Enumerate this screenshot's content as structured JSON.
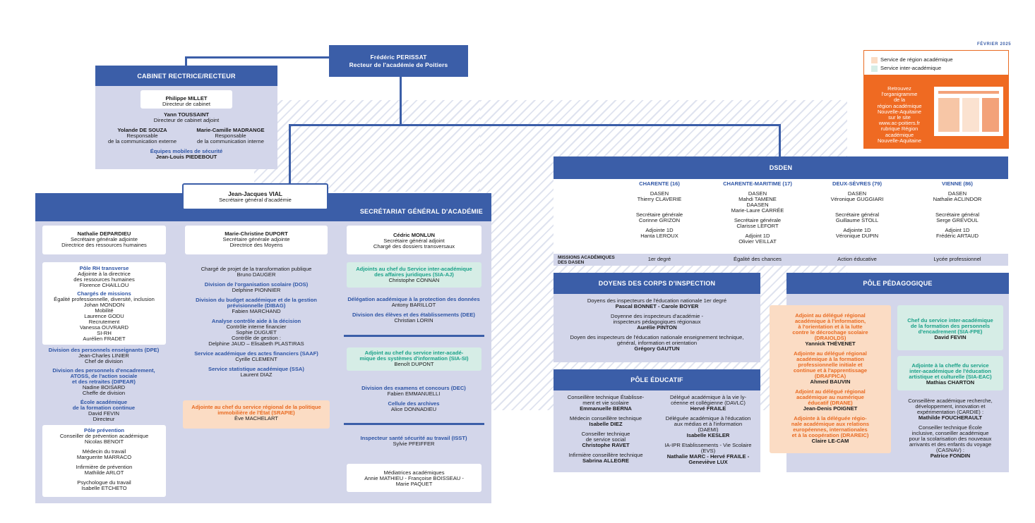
{
  "date": "FÉVRIER 2025",
  "legend": {
    "academic": "Service de région académique",
    "inter": "Service inter-académique"
  },
  "promo": [
    "Retrouvez",
    "l'organigramme",
    "de la",
    "région académique",
    "Nouvelle-Aquitaine",
    "sur le site",
    "www.ac-poitiers.fr",
    "rubrique Région",
    "académique",
    "Nouvelle-Aquitaine"
  ],
  "recteur": {
    "name": "Frédéric PERISSAT",
    "title": "Recteur de l'académie de Poitiers"
  },
  "cabinet": {
    "title": "CABINET RECTRICE/RECTEUR",
    "c1": [
      "Philippe MILLET",
      "Directeur de cabinet"
    ],
    "c2": [
      "Yann TOUSSAINT",
      "Directeur de cabinet adjoint"
    ],
    "c3": [
      "Yolande DE SOUZA",
      "Responsable",
      "de la communication externe"
    ],
    "c4": [
      "Marie-Camille MADRANGE",
      "Responsable",
      "de la communication interne"
    ],
    "c5": [
      "Équipes mobiles de sécurité",
      "Jean-Louis PIEDEBOUT"
    ]
  },
  "sg": {
    "name": "Jean-Jacques VIAL",
    "role": "Secrétaire général d'académie",
    "title": "SECRÉTARIAT GÉNÉRAL D'ACADÉMIE",
    "col1": {
      "head": [
        "Nathalie DEPARDIEU",
        "Secrétaire générale adjointe",
        "Directrice des ressources humaines"
      ],
      "box1": [
        "Pôle RH transverse",
        "Adjointe à la directrice",
        "des ressources humaines",
        "Florence CHAILLOU",
        "Chargés de missions",
        "Égalité professionnelle, diversité, inclusion",
        "Johan MONDON",
        "Mobilité",
        "Laurence GODU",
        "Recrutement",
        "Vanessa OUVRARD",
        "SI-RH",
        "Aurélien FRADET"
      ],
      "free": [
        "Division des personnels enseignants (DPE)",
        "Jean-Charles LINIER",
        "Chef de division",
        "Division des personnels d'encadrement,",
        "ATOSS, de l'action sociale",
        "et des retraites (DIPEAR)",
        "Nadine BOISARD",
        "Cheffe de division",
        "École académique",
        "de la formation continue",
        "David FEVIN",
        "Directeur"
      ],
      "box2": [
        "Pôle prévention",
        "Conseiller de prévention académique",
        "Nicolas BENOIT",
        "Médecin du travail",
        "Marguerite MARRACO",
        "Infirmière de prévention",
        "Mathilde ARLOT",
        "Psychologue du travail",
        "Isabelle ETCHETO"
      ]
    },
    "col2": {
      "head": [
        "Marie-Christine DUPORT",
        "Secrétaire générale adjointe",
        "Directrice des Moyens"
      ],
      "free": [
        "Chargé de projet de la transformation publique",
        "Bruno DAUGER",
        "Division de l'organisation scolaire (DOS)",
        "Delphine PIONNIER",
        "Division du budget académique et de la gestion",
        "prévisionnelle (DIBAG)",
        "Fabien MARCHAND",
        "Analyse contrôle aide à la décision",
        "Contrôle interne financier",
        "Sophie DUGUET",
        "Contrôle de gestion :",
        "Delphine JAUD – Elisabeth PLASTIRAS",
        "Service académique des actes financiers (SAAF)",
        "Cyrille CLEMENT",
        "Service statistique académique (SSA)",
        "Laurent DIAZ"
      ],
      "orange": [
        "Adjointe au chef du service régional de la politique",
        "immobilière de l'État (SRAPIE)",
        "Ève MACHELART"
      ]
    },
    "col3": {
      "head": [
        "Cédric MONLUN",
        "Secrétaire général adjoint",
        "Chargé des dossiers transversaux"
      ],
      "green1": [
        "Adjoints au chef du Service inter-académique",
        "des affaires juridiques (SIA-AJ)",
        "Christophe CONNAN"
      ],
      "free1": [
        "Délégation académique à la protection des données",
        "Antony BARILLOT",
        "Division des élèves et des établissements (DEE)",
        "Christian LORIN"
      ],
      "green2": [
        "Adjoint au chef du service inter-acadé-",
        "mique des systèmes d'information (SIA-SI)",
        "Benoît DUPONT"
      ],
      "free2": [
        "Division des examens et concours (DEC)",
        "Fabien EMMANUELLI",
        "Cellule des archives",
        "Alice DONNADIEU"
      ],
      "free3": [
        "Inspecteur santé sécurité au travail (ISST)",
        "Sylvie PFEIFFER"
      ],
      "box": [
        "Médiatrices académiques",
        "Annie MATHIEU - Françoise BOISSEAU -",
        "Marie PAQUET"
      ]
    }
  },
  "dsden": {
    "title": "DSDEN",
    "cols": [
      {
        "dept": "CHARENTE (16)",
        "lines": [
          "DASEN",
          "Thierry CLAVERIE",
          "",
          "",
          "",
          "Secrétaire générale",
          "Corinne GRIZON",
          "",
          "Adjointe 1D",
          "Hanta LEROUX"
        ],
        "mission": "1er degré"
      },
      {
        "dept": "CHARENTE-MARITIME (17)",
        "lines": [
          "DASEN",
          "Mahdi TAMENE",
          "DAASEN",
          "Marie-Laure CARRÉE",
          "",
          "Secrétaire générale",
          "Clarisse LEFORT",
          "",
          "Adjoint 1D",
          "Olivier VEILLAT"
        ],
        "mission": "Égalité des chances"
      },
      {
        "dept": "DEUX-SÈVRES (79)",
        "lines": [
          "DASEN",
          "Véronique GUGGIARI",
          "",
          "",
          "",
          "Secrétaire général",
          "Guillaume STOLL",
          "",
          "Adjointe 1D",
          "Véronique DUPIN"
        ],
        "mission": "Action éducative"
      },
      {
        "dept": "VIENNE (86)",
        "lines": [
          "DASEN",
          "Nathalie ACLINDOR",
          "",
          "",
          "",
          "Secrétaire général",
          "Serge GREVOUL",
          "",
          "Adjoint 1D",
          "Frédéric ARTAUD"
        ],
        "mission": "Lycée professionnel"
      }
    ],
    "missions_label": [
      "MISSIONS ACADÉMIQUES",
      "DES DASEN"
    ]
  },
  "doyens": {
    "title": "DOYENS DES CORPS D'INSPECTION",
    "lines": [
      "Doyens des inspecteurs de l'éducation nationale 1er degré",
      "Pascal BONNET - Carole BOYER",
      "",
      "Doyenne des inspecteurs d'académie -",
      "inspecteurs pédagogiques régionaux",
      "Aurélie PINTON",
      "",
      "Doyen des inspecteurs de l'éducation nationale enseignement technique,",
      "général, information et orientation",
      "Grégory GAUTUN"
    ]
  },
  "educ": {
    "title": "PÔLE ÉDUCATIF",
    "left": [
      "Conseillère technique Établisse-",
      "ment et vie scolaire",
      "Emmanuelle BERNA",
      "",
      "Médecin conseillère technique",
      "Isabelle DIEZ",
      "",
      "Conseiller technique",
      "de service social",
      "Christophe RAVET",
      "",
      "Infirmière conseillère technique",
      "Sabrina ALLEGRE"
    ],
    "right": [
      "Délégué académique à la vie ly-",
      "céenne et collégienne (DAVLC)",
      "Hervé FRAILE",
      "",
      "Déléguée académique à l'éducation",
      "aux médias et à l'information",
      "(DAEMI)",
      "Isabelle KESLER",
      "",
      "IA-IPR Etablissements - Vie Scolaire",
      "(EVS)",
      "Nathalie MARC - Hervé FRAILE -",
      "Geneviève LUX"
    ]
  },
  "peda": {
    "title": "PÔLE PÉDAGOGIQUE",
    "orange": [
      "Adjoint au délégué régional",
      "académique à l'information,",
      "à l'orientation et à la lutte",
      "contre le décrochage scolaire",
      "(DRAIOLDS)",
      "Yannick THÉVENET",
      "",
      "Adjointe au délégué régional",
      "académique à la formation",
      "professionnelle initiale et",
      "continue et à l'apprentissage",
      "(DRAFPICA)",
      "Ahmed BAUVIN",
      "",
      "Adjoint au délégué régional",
      "académique au numérique",
      "éducatif (DRANE)",
      "Jean-Denis POIGNET",
      "",
      "Adjointe à la déléguée régio-",
      "nale académique aux relations",
      "européennes, internationales",
      "et à la coopération (DRAREIC)",
      "Claire LE-CAM"
    ],
    "green1": [
      "Chef du service inter-académique",
      "de la formation des personnels",
      "d'encadrement (SIA-FPE)",
      "David FEVIN"
    ],
    "green2": [
      "Adjointe à la cheffe du service",
      "inter-académique de l'éducation",
      "artistique et culturelle (SIA-EAC)",
      "Mathias CHARTON"
    ],
    "free": [
      "Conseillère académique recherche,",
      "développement, innovation et",
      "expérimentation (CARDIE) :",
      "Mathilde FOUCHERAULT",
      "",
      "Conseiller technique École",
      "inclusive, conseiller académique",
      "pour la scolarisation des nouveaux",
      "arrivants et des enfants du voyage",
      "(CASNAV) :",
      "Patrice FONDIN"
    ]
  }
}
